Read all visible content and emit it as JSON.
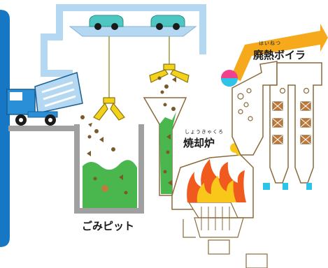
{
  "labels": {
    "pit": "ごみピット",
    "incinerator": "焼却炉",
    "incinerator_furigana": "しょうきゃくろ",
    "boiler": "廃熱ボイラ",
    "boiler_furigana": "はいねつ"
  },
  "colors": {
    "blue_border": "#1677c4",
    "duct_light_blue": "#b4d8f2",
    "duct_orange": "#f7a91c",
    "garbage_green": "#49b64e",
    "flame_orange": "#f05a1e",
    "flame_yellow": "#f9c61a",
    "crane_yellow": "#f3d21c",
    "truck_blue": "#2a8fd6",
    "car_teal": "#4ec7c2",
    "pink_fan": "#f0428c",
    "water_cyan": "#2cc4e8",
    "outline_brown": "#8a6a3a"
  },
  "icons": [
    "garbage-truck-icon",
    "crane-car-icon",
    "grab-bucket-icon",
    "flame-icon",
    "fan-icon",
    "heat-exchanger-icon"
  ]
}
